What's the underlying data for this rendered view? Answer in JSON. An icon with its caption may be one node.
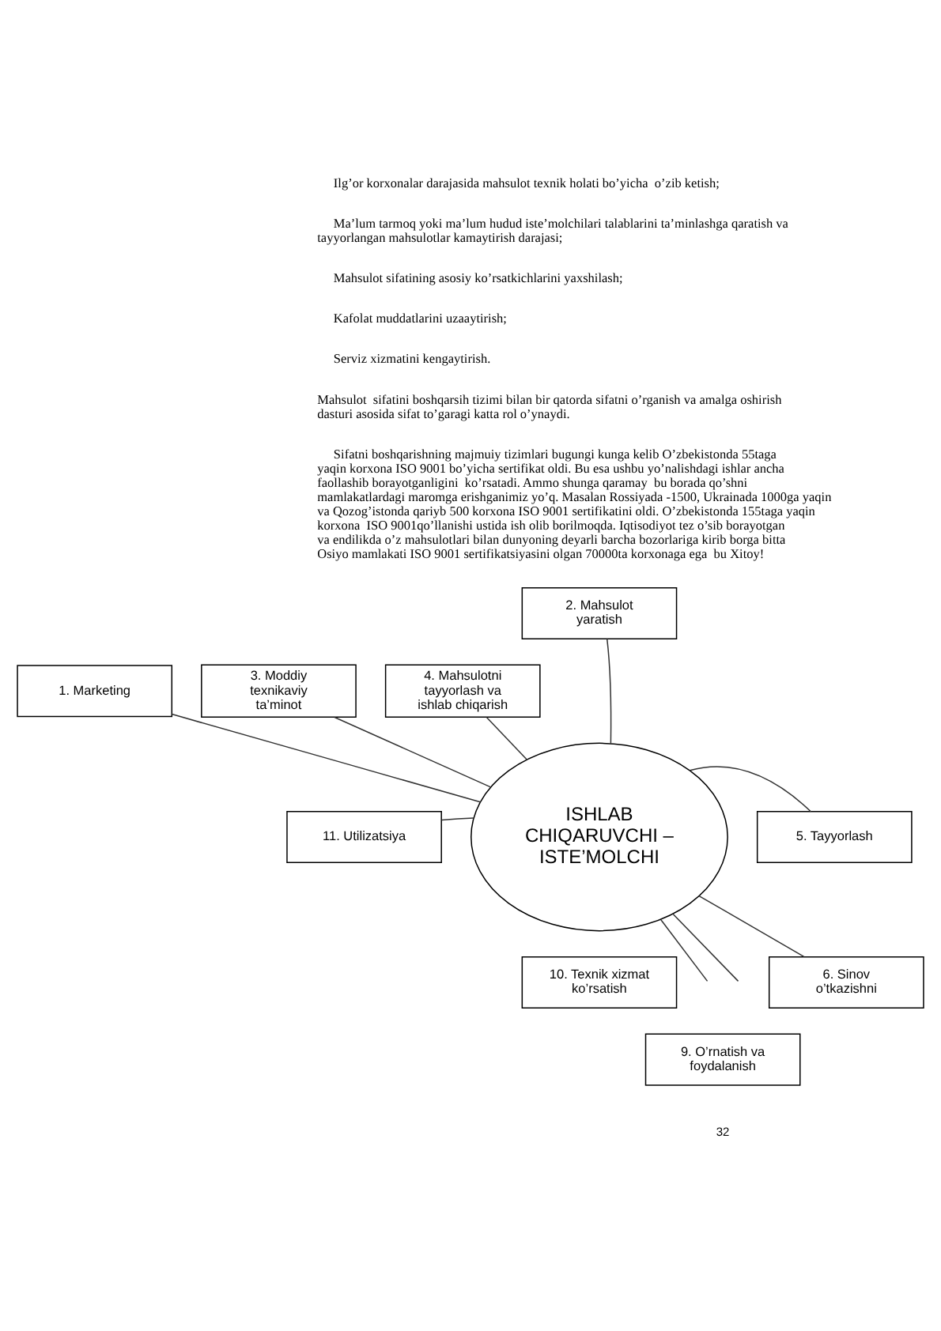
{
  "diagram": {
    "nodes": [
      {
        "text": [
          "2. Mahsulot yaratish"
        ]
      },
      {
        "text": [
          "3. Moddiy texnikaviy ta’minot"
        ]
      },
      {
        "text": [
          "1. Marketing"
        ]
      },
      {
        "text": [
          "4. Mahsulotni tayyorlash va ishlab chiqarish"
        ]
      },
      {
        "text": [
          "11. Utilizatsiya"
        ]
      },
      {
        "text": [
          "ISHLAB CHIQARUVCHI – ISTE’MOLCHI"
        ]
      },
      {
        "text": [
          "5. Tayyorlash"
        ]
      },
      {
        "text": [
          "10. Texnik xizmat ko’rsatish"
        ]
      },
      {
        "text": [
          "6. Sinov o’tkazishni"
        ]
      },
      {
        "text": [
          "9. O’rnatish va foydalanish"
        ]
      }
    ],
    "edges": [
      {
        "from": 5,
        "to": 0,
        "arrow": "none"
      },
      {
        "from": 5,
        "to": 1,
        "arrow": "none"
      },
      {
        "from": 5,
        "to": 2,
        "arrow": "none"
      },
      {
        "from": 5,
        "to": 3,
        "arrow": "none"
      },
      {
        "from": 5,
        "to": 4,
        "arrow": "none"
      },
      {
        "from": 5,
        "to": 6,
        "arrow": "none"
      },
      {
        "from": 5,
        "to": 8,
        "arrow": "none"
      },
      {
        "from": 5,
        "to": null,
        "arrow": "none"
      },
      {
        "from": 5,
        "to": null,
        "arrow": "none"
      }
    ],
    "labels": [
      "Ilg’or korxonalar darajasida mahsulot texnik holati bo’yicha  o’zib ketish;",
      "Ma’lum tarmoq yoki ma’lum hudud iste’molchilari talablarini ta’minlashga qaratish va tayyorlangan mahsulotlar kamaytirish darajasi;",
      "Mahsulot sifatining asosiy ko’rsatkichlarini yaxshilash;",
      "Kafolat muddatlarini uzaaytirish;",
      "Serviz xizmatini kengaytirish.",
      "Mahsulot  sifatini boshqarsih tizimi bilan bir qatorda sifatni o’rganish va amalga oshirish dasturi asosida sifat to’garagi katta rol o’ynaydi.",
      "Sifatni boshqarishning majmuiy tizimlari bugungi kunga kelib O’zbekistonda 55taga yaqin korxona ISO 9001 bo’yicha sertifikat oldi. Bu esa ushbu yo’nalishdagi ishlar ancha faollashib borayotganligini  ko’rsatadi. Ammo shunga qaramay  bu borada qo’shni mamlakatlardagi maromga erishganimiz yo’q. Masalan Rossiyada -1500, Ukrainada 1000ga yaqin va Qozog’istonda qariyb 500 korxona ISO 9001 sertifikatini oldi. O’zbekistonda 155taga yaqin korxona  ISO 9001qo’llanishi ustida ish olib borilmoqda. Iqtisodiyot tez o’sib borayotgan va endilikda o’z mahsulotlari bilan dunyoning deyarli barcha bozorlariga kirib borga bitta Osiyo mamlakati ISO 9001 sertifikatsiyasini olgan 70000ta korxonaga ega  bu Xitoy!",
      "32"
    ]
  }
}
